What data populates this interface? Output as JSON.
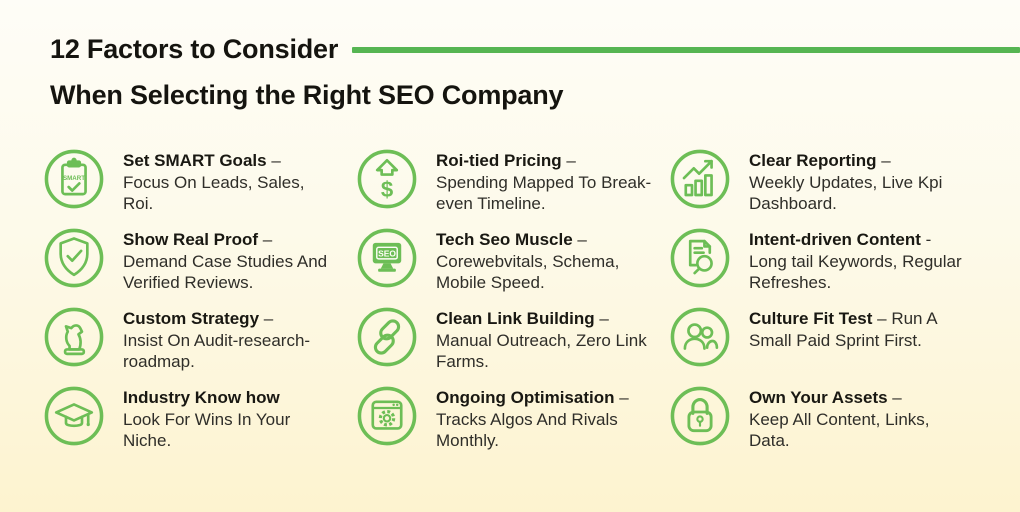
{
  "header": {
    "title_line1": "12 Factors to Consider",
    "title_line2": "When Selecting the Right SEO Company"
  },
  "colors": {
    "icon_green": "#6dbe56",
    "rule_green": "#56b552",
    "bg_top": "#fefdf7",
    "bg_bottom": "#fdf3cf",
    "heading_text": "#15140f",
    "body_text": "#2f2e29"
  },
  "icon_labels": {
    "smart_badge_text": "SMART",
    "dollar_glyph": "$",
    "seo_screen_text": "SEO"
  },
  "items": [
    {
      "icon": "smart-clipboard-icon",
      "title": "Set SMART Goals",
      "sep": " – ",
      "desc": "Focus On Leads, Sales, Roi."
    },
    {
      "icon": "roi-arrow-dollar-icon",
      "title": "Roi-tied Pricing",
      "sep": " – ",
      "desc": "Spending Mapped To Break-even Timeline."
    },
    {
      "icon": "growth-chart-icon",
      "title": "Clear Reporting",
      "sep": " – ",
      "desc": "Weekly Updates, Live Kpi Dashboard."
    },
    {
      "icon": "shield-check-icon",
      "title": "Show Real Proof",
      "sep": "  – ",
      "desc": "Demand Case Studies And Verified Reviews."
    },
    {
      "icon": "seo-monitor-icon",
      "title": "Tech Seo Muscle",
      "sep": " – ",
      "desc": "Corewebvitals, Schema, Mobile Speed."
    },
    {
      "icon": "document-search-icon",
      "title": "Intent-driven Content",
      "sep": " - ",
      "desc": "Long tail Keywords, Regular Refreshes."
    },
    {
      "icon": "chess-knight-icon",
      "title": "Custom Strategy",
      "sep": " – ",
      "desc": "Insist On Audit-research-roadmap."
    },
    {
      "icon": "chain-link-icon",
      "title": "Clean Link Building",
      "sep": " – ",
      "desc": "Manual Outreach, Zero Link Farms."
    },
    {
      "icon": "people-icon",
      "title": "Culture Fit Test",
      "sep": " – ",
      "desc": "Run A Small Paid Sprint First."
    },
    {
      "icon": "graduation-cap-icon",
      "title": "Industry Know how",
      "sep": "",
      "desc": "Look For Wins In Your Niche."
    },
    {
      "icon": "browser-gear-icon",
      "title": "Ongoing Optimisation",
      "sep": " – ",
      "desc": "Tracks Algos And Rivals Monthly."
    },
    {
      "icon": "padlock-icon",
      "title": "Own Your Assets",
      "sep": "  – ",
      "desc": "Keep All Content, Links, Data."
    }
  ]
}
